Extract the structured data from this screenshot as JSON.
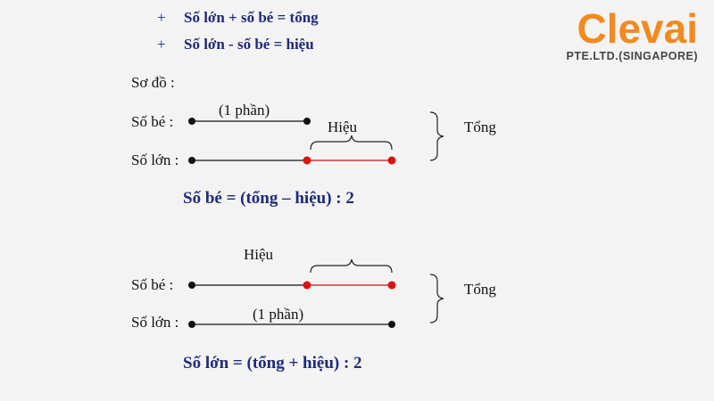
{
  "header": {
    "bullet_symbol": "+",
    "line1": "Số lớn + số bé = tổng",
    "line2": "Số lớn - số bé = hiệu"
  },
  "logo": {
    "word": "Clevai",
    "subtitle": "PTE.LTD.(SINGAPORE)"
  },
  "diagram_title": "Sơ đồ :",
  "diagram1": {
    "small_label": "Số bé  :",
    "large_label": "Số lớn :",
    "part_label": "(1 phần)",
    "diff_label": "Hiệu",
    "sum_label": "Tổng",
    "formula": "Số bé  = (tổng – hiệu) : 2"
  },
  "diagram2": {
    "small_label": "Số bé  :",
    "large_label": "Số lớn :",
    "part_label": "(1 phần)",
    "diff_label": "Hiệu",
    "sum_label": "Tổng",
    "formula": "Số lớn = (tổng + hiệu) : 2"
  },
  "colors": {
    "formula_text": "#1f2a78",
    "logo_orange": "#f28a1f",
    "diff_segment": "#cc1111",
    "dot_black": "#111111",
    "dot_red": "#dd1111"
  }
}
